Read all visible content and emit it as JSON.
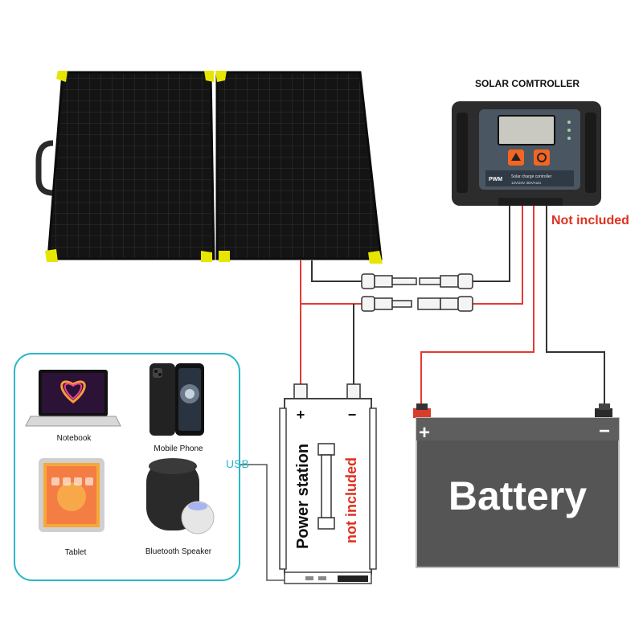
{
  "controller": {
    "title": "SOLAR COMTROLLER",
    "brand": "PWM",
    "line1": "Solar charge controller",
    "line2": "12V/24V 30A/Auto"
  },
  "not_included_top": "Not included",
  "power_station": {
    "label": "Power station",
    "note": "not included",
    "plus": "+",
    "minus": "−"
  },
  "battery": {
    "label": "Battery",
    "plus": "+",
    "minus": "−"
  },
  "usb_label": "USB",
  "devices": [
    {
      "label": "Notebook"
    },
    {
      "label": "Mobile Phone"
    },
    {
      "label": "Tablet"
    },
    {
      "label": "Bluetooth Speaker"
    }
  ],
  "colors": {
    "red_wire": "#e53935",
    "black_wire": "#333333",
    "accent_red": "#e0301e",
    "usb_cyan": "#2ab7c9",
    "panel_corner": "#e6e600"
  }
}
